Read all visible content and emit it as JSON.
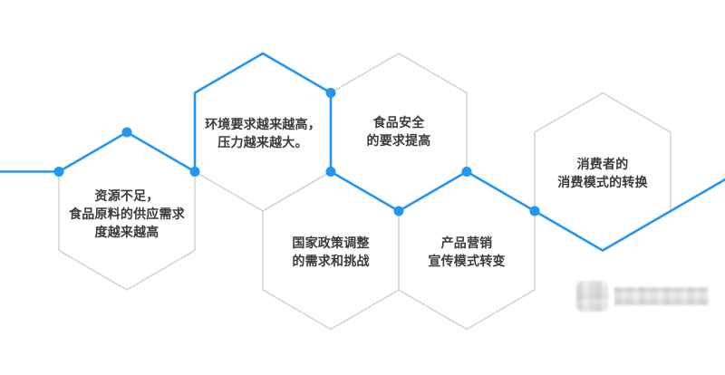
{
  "colors": {
    "accent_blue": "#2196f3",
    "hex_border": "#cdd0d4",
    "label_text": "#3b3b3b",
    "background": "#ffffff",
    "watermark_gray": "#d9d9d9"
  },
  "diagram": {
    "hexagons": [
      {
        "id": "resources",
        "label": "资源不足，\n食品原料的供应需求\n度越来越高"
      },
      {
        "id": "environment",
        "label": "环境要求越来越高，\n压力越来越大。"
      },
      {
        "id": "food-safety",
        "label": "食品安全\n的要求提高"
      },
      {
        "id": "policy",
        "label": "国家政策调整\n的需求和挑战"
      },
      {
        "id": "marketing",
        "label": "产品营销\n宣传模式转变"
      },
      {
        "id": "consumer",
        "label": "消费者的\n消费模式的转换"
      }
    ]
  }
}
